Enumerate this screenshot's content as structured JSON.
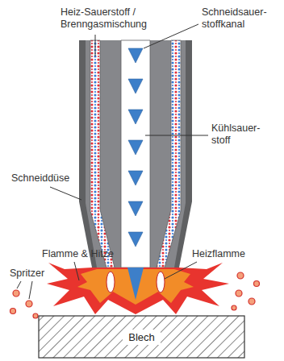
{
  "diagram": {
    "nodes": [
      {
        "text": [
          "Blech"
        ]
      }
    ],
    "edges": [],
    "labels": [
      "Heiz-Sauerstoff / Brenngasmischung",
      "Schneidsauer- stoffkanal",
      "Kühlsauer- stoff",
      "Schneiddüse",
      "Flamme & Hitze",
      "Heizflamme",
      "Spritzer"
    ]
  }
}
